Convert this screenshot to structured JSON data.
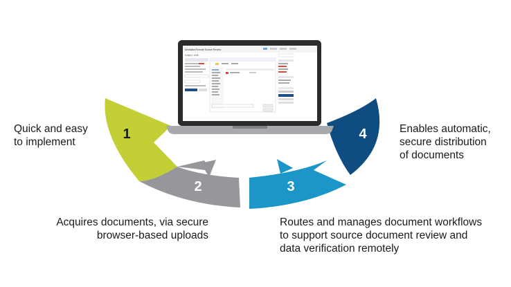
{
  "colors": {
    "step1": "#c3cf35",
    "step2": "#96979a",
    "step3": "#1c95c8",
    "step4": "#0f4c82",
    "laptop_frame": "#2b2b2b",
    "laptop_base": "#a7a9ac"
  },
  "screen": {
    "app_title": "Medidata Remote Source Review",
    "subject_label": "Subject: 1445"
  },
  "steps": [
    {
      "number": "1",
      "lines": [
        "Quick and easy",
        "to implement"
      ]
    },
    {
      "number": "2",
      "lines": [
        "Acquires documents, via secure",
        "browser-based uploads"
      ]
    },
    {
      "number": "3",
      "lines": [
        "Routes and manages document workflows",
        "to support source document review and",
        "data verification remotely"
      ]
    },
    {
      "number": "4",
      "lines": [
        "Enables automatic,",
        "secure distribution",
        "of documents"
      ]
    }
  ]
}
